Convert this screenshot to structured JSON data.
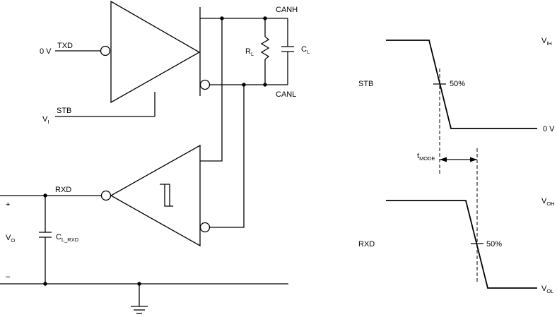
{
  "colors": {
    "ink": "#000000",
    "background": "#ffffff"
  },
  "circuit": {
    "txd_level": "0 V",
    "txd_label": "TXD",
    "vi_label": "V",
    "vi_sub": "I",
    "stb_label": "STB",
    "canh_label": "CANH",
    "canl_label": "CANL",
    "rl_label": "R",
    "rl_sub": "L",
    "cl_label": "C",
    "cl_sub": "L",
    "rxd_label": "RXD",
    "plus_label": "+",
    "minus_label": "–",
    "vo_label": "V",
    "vo_sub": "O",
    "clrxd_label": "C",
    "clrxd_sub": "L_RXD"
  },
  "timing": {
    "stb_label": "STB",
    "rxd_label": "RXD",
    "vih_label": "V",
    "vih_sub": "IH",
    "zero_label": "0 V",
    "voh_label": "V",
    "voh_sub": "OH",
    "vol_label": "V",
    "vol_sub": "OL",
    "stb_threshold": "50%",
    "rxd_threshold": "50%",
    "tmode_label": "t",
    "tmode_sub": "MODE"
  }
}
